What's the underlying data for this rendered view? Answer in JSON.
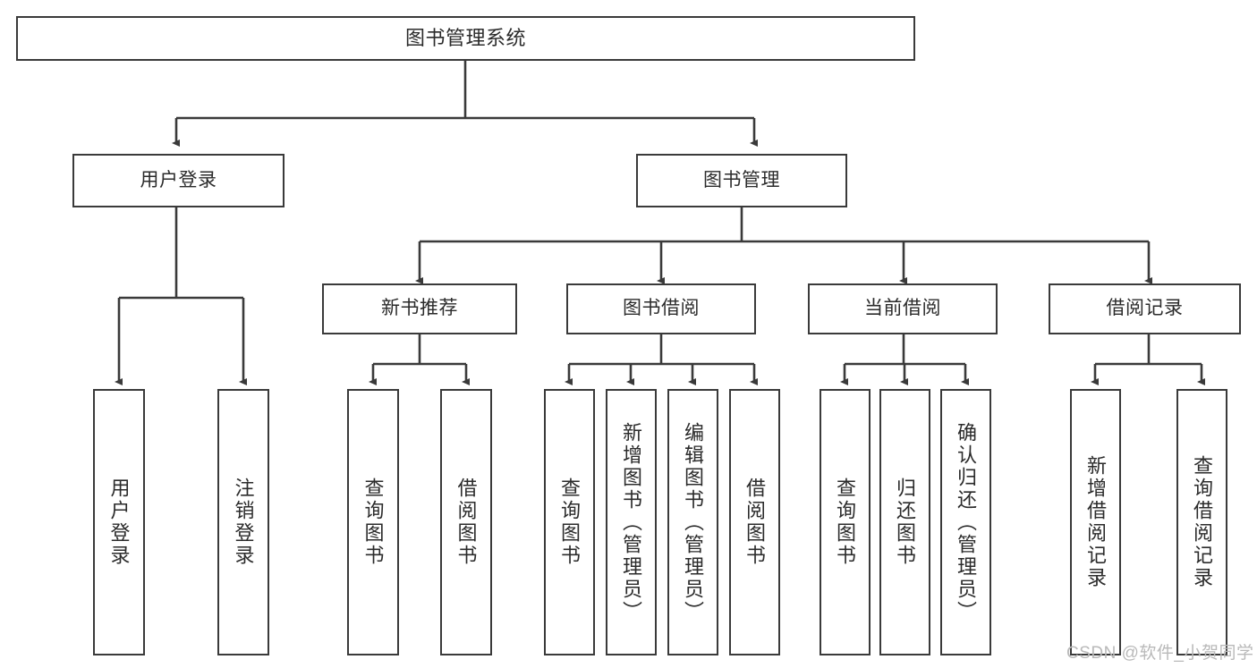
{
  "diagram": {
    "type": "hierarchy-tree",
    "title": "图书管理系统",
    "nodes": {
      "root": {
        "label": "图书管理系统"
      },
      "level2": [
        {
          "id": "user-login",
          "label": "用户登录"
        },
        {
          "id": "book-management",
          "label": "图书管理"
        }
      ],
      "level3": [
        {
          "id": "new-book-recommend",
          "label": "新书推荐"
        },
        {
          "id": "book-borrow",
          "label": "图书借阅"
        },
        {
          "id": "current-borrow",
          "label": "当前借阅"
        },
        {
          "id": "borrow-record",
          "label": "借阅记录"
        }
      ],
      "leaves": [
        {
          "id": "leaf-user-login",
          "label": "用户登录",
          "parent": "user-login"
        },
        {
          "id": "leaf-logout-login",
          "label": "注销登录",
          "parent": "user-login"
        },
        {
          "id": "leaf-query-book-1",
          "label": "查询图书",
          "parent": "new-book-recommend"
        },
        {
          "id": "leaf-borrow-book-1",
          "label": "借阅图书",
          "parent": "new-book-recommend"
        },
        {
          "id": "leaf-query-book-2",
          "label": "查询图书",
          "parent": "book-borrow"
        },
        {
          "id": "leaf-add-book",
          "label": "新增图书（管理员）",
          "parent": "book-borrow"
        },
        {
          "id": "leaf-edit-book",
          "label": "编辑图书（管理员）",
          "parent": "book-borrow"
        },
        {
          "id": "leaf-borrow-book-2",
          "label": "借阅图书",
          "parent": "book-borrow"
        },
        {
          "id": "leaf-query-book-3",
          "label": "查询图书",
          "parent": "current-borrow"
        },
        {
          "id": "leaf-return-book",
          "label": "归还图书",
          "parent": "current-borrow"
        },
        {
          "id": "leaf-confirm-return",
          "label": "确认归还（管理员）",
          "parent": "current-borrow"
        },
        {
          "id": "leaf-add-record",
          "label": "新增借阅记录",
          "parent": "borrow-record"
        },
        {
          "id": "leaf-query-record",
          "label": "查询借阅记录",
          "parent": "borrow-record"
        }
      ]
    },
    "colors": {
      "border": "#3a3a3a",
      "background": "#ffffff",
      "text": "#2b2b2b",
      "watermark": "#b9b9b9"
    }
  },
  "watermark": {
    "text": "CSDN @软件_小贺同学"
  }
}
